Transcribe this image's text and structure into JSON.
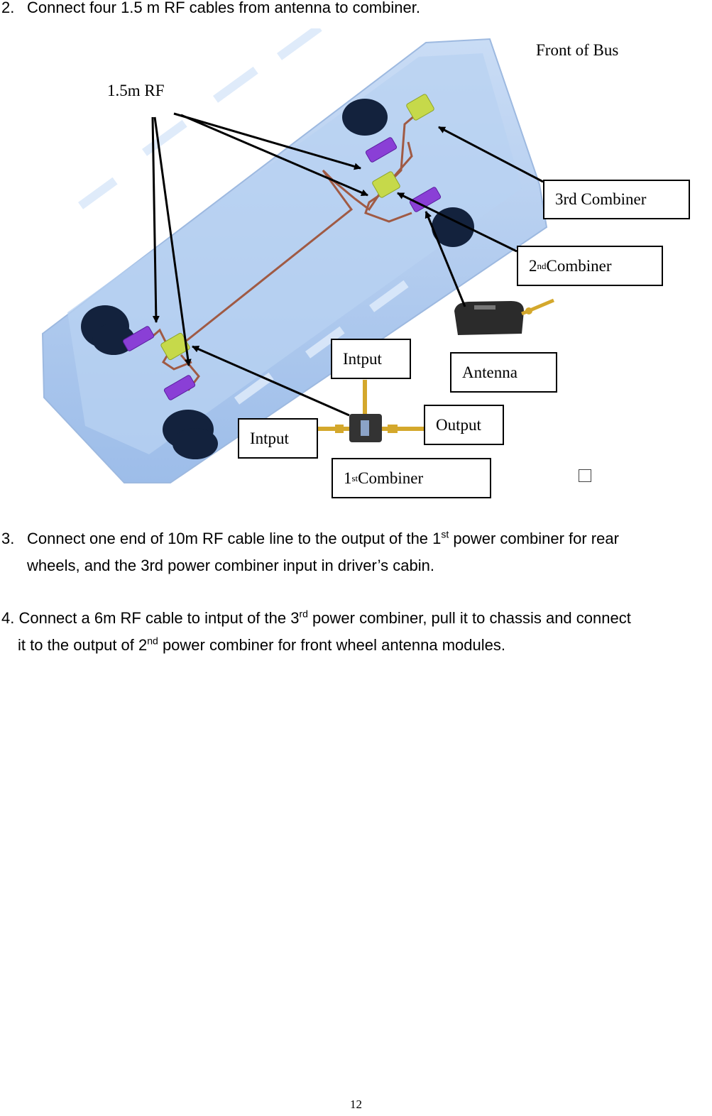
{
  "steps": {
    "step2": {
      "num": "2.",
      "text": "Connect four 1.5 m RF cables from antenna to combiner."
    },
    "step3": {
      "num": "3.",
      "t1": "Connect one end of 10m RF cable line to the output of the 1",
      "sup1": "st",
      "t2": " power combiner for rear",
      "line2": "wheels, and the 3rd power combiner input in driver’s cabin."
    },
    "step4": {
      "t1": "4. Connect a 6m RF cable to intput of the 3",
      "sup1": "rd",
      "t2": " power combiner, pull it to chassis and connect",
      "l2a": "it to the output of 2",
      "sup2": "nd",
      "l2b": " power combiner for front wheel antenna modules."
    }
  },
  "figure": {
    "front_label": "Front of Bus",
    "rf_label": "1.5m RF",
    "third_combiner": "3rd Combiner",
    "second_combiner": {
      "pre": "2",
      "sup": "nd",
      "post": " Combiner"
    },
    "antenna": "Antenna",
    "input_top": "Intput",
    "input_left": "Intput",
    "output": "Output",
    "first_combiner": {
      "pre": "1",
      "sup": "st",
      "post": " Combiner"
    }
  },
  "page_number": "12",
  "colors": {
    "bus_body": "#a9c7ef",
    "bus_top": "#cfe0f6",
    "cable": "#a05a44",
    "combiner": "#c6d94a",
    "antenna_module": "#8a3fd6",
    "tire": "#13223d"
  }
}
